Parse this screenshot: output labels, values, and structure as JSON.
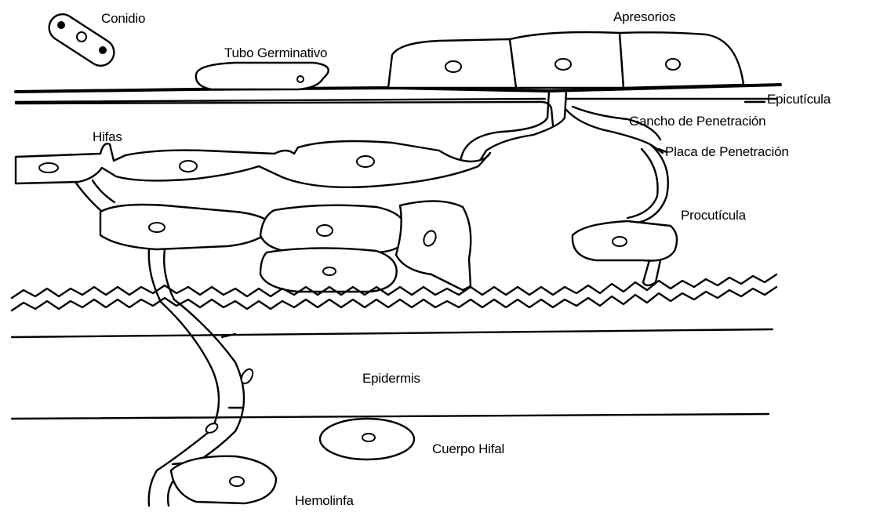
{
  "labels": {
    "conidio": "Conidio",
    "tubo_germinativo": "Tubo Germinativo",
    "apresorios": "Apresorios",
    "epicuticula": "Epicutícula",
    "gancho": "Gancho de Penetración",
    "placa": "Placa de Penetración",
    "hifas": "Hifas",
    "procuticula": "Procutícula",
    "epidermis": "Epidermis",
    "cuerpo_hifal": "Cuerpo Hifal",
    "hemolinfa": "Hemolinfa"
  }
}
